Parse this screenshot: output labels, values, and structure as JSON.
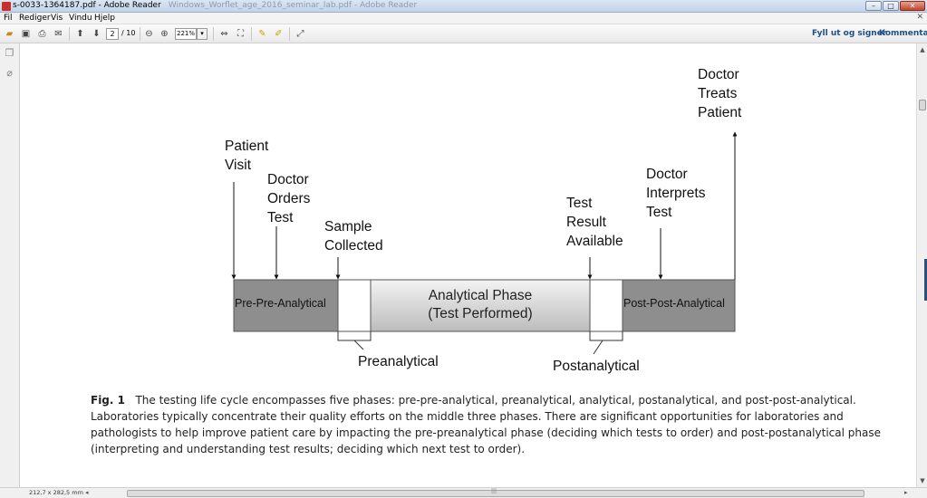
{
  "window": {
    "title": "s-0033-1364187.pdf - Adobe Reader",
    "title_faded": "Windows_Worflet_age_2016_seminar_lab.pdf - Adobe Reader"
  },
  "menu": [
    "Fil",
    "Rediger",
    "Vis",
    "Vindu",
    "Hjelp"
  ],
  "toolbar": {
    "page_current": "2",
    "page_total": "/ 10",
    "zoom": "221%",
    "fill_sign": "Fyll ut og signer",
    "comment": "Kommentar"
  },
  "status": {
    "page_size": "212,7 x 282,5 mm"
  },
  "figure": {
    "events": {
      "patient_visit": "Patient\nVisit",
      "doctor_orders": "Doctor\nOrders\nTest",
      "sample_collected": "Sample\nCollected",
      "test_result": "Test\nResult\nAvailable",
      "doctor_interprets": "Doctor\nInterprets\nTest",
      "doctor_treats": "Doctor\nTreats\nPatient"
    },
    "phases": {
      "pre_pre": "Pre-Pre-Analytical",
      "analytical": "Analytical Phase\n(Test Performed)",
      "post_post": "Post-Post-Analytical",
      "preanalytical": "Preanalytical",
      "postanalytical": "Postanalytical"
    },
    "colors": {
      "dark_box": "#8e8e8e",
      "gradient_light": "#f2f2f2",
      "gradient_dark": "#bdbdbd"
    }
  },
  "caption": {
    "label": "Fig. 1",
    "text": "The testing life cycle encompasses five phases: pre-pre-analytical, preanalytical, analytical, postanalytical, and post-post-analytical. Laboratories typically concentrate their quality efforts on the middle three phases. There are significant opportunities for laboratories and pathologists to help improve patient care by impacting the pre-preanalytical phase (deciding which tests to order) and post-postanalytical phase (interpreting and understanding test results; deciding which next test to order)."
  }
}
